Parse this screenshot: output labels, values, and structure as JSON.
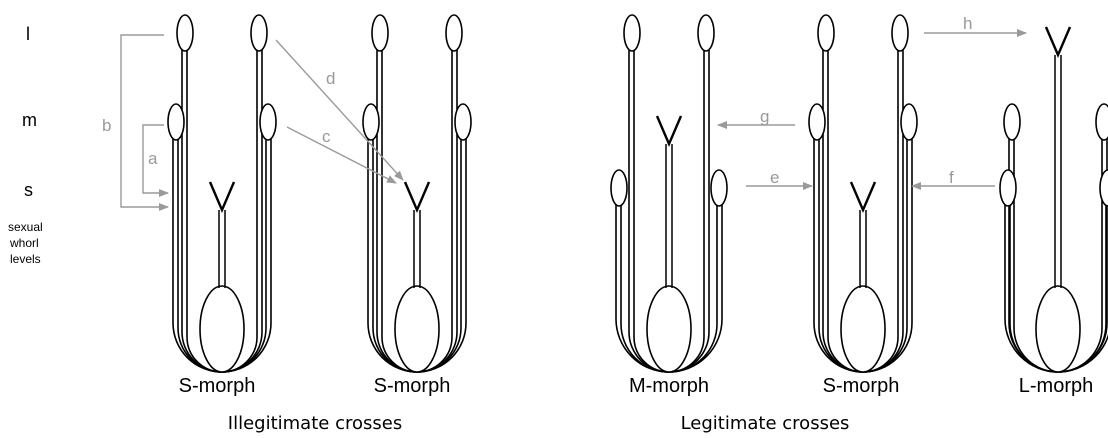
{
  "levels": {
    "l": "l",
    "m": "m",
    "s": "s"
  },
  "sexual_whorl_levels": [
    "sexual",
    "whorl",
    "levels"
  ],
  "morphs": [
    {
      "label": "S-morph",
      "style": "S"
    },
    {
      "label": "S-morph",
      "style": "S"
    },
    {
      "label": "M-morph",
      "style": "M"
    },
    {
      "label": "S-morph",
      "style": "S"
    },
    {
      "label": "L-morph",
      "style": "L"
    }
  ],
  "groups": {
    "illegitimate": "Illegitimate crosses",
    "legitimate": "Legitimate crosses"
  },
  "arrows": {
    "a": "a",
    "b": "b",
    "c": "c",
    "d": "d",
    "e": "e",
    "f": "f",
    "g": "g",
    "h": "h"
  },
  "colors": {
    "outline": "#000000",
    "arrow": "#9a9a9a"
  }
}
